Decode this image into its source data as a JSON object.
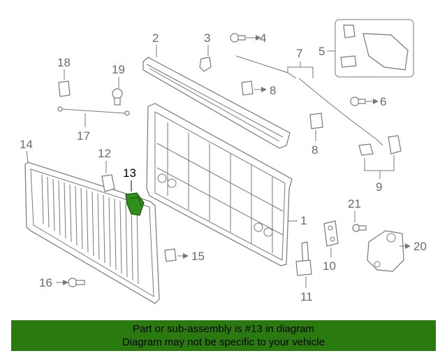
{
  "diagram": {
    "highlighted_part": "13",
    "callouts": [
      "1",
      "2",
      "3",
      "4",
      "5",
      "6",
      "7",
      "8",
      "8",
      "9",
      "10",
      "11",
      "12",
      "13",
      "14",
      "15",
      "16",
      "17",
      "18",
      "19",
      "20",
      "21"
    ]
  },
  "banner": {
    "line1": "Part or sub-assembly is #13 in diagram",
    "line2": "Diagram may not be specific to your vehicle"
  },
  "colors": {
    "highlight": "#2f8f1a",
    "banner_bg": "#2a7a10",
    "linework": "#777777"
  }
}
